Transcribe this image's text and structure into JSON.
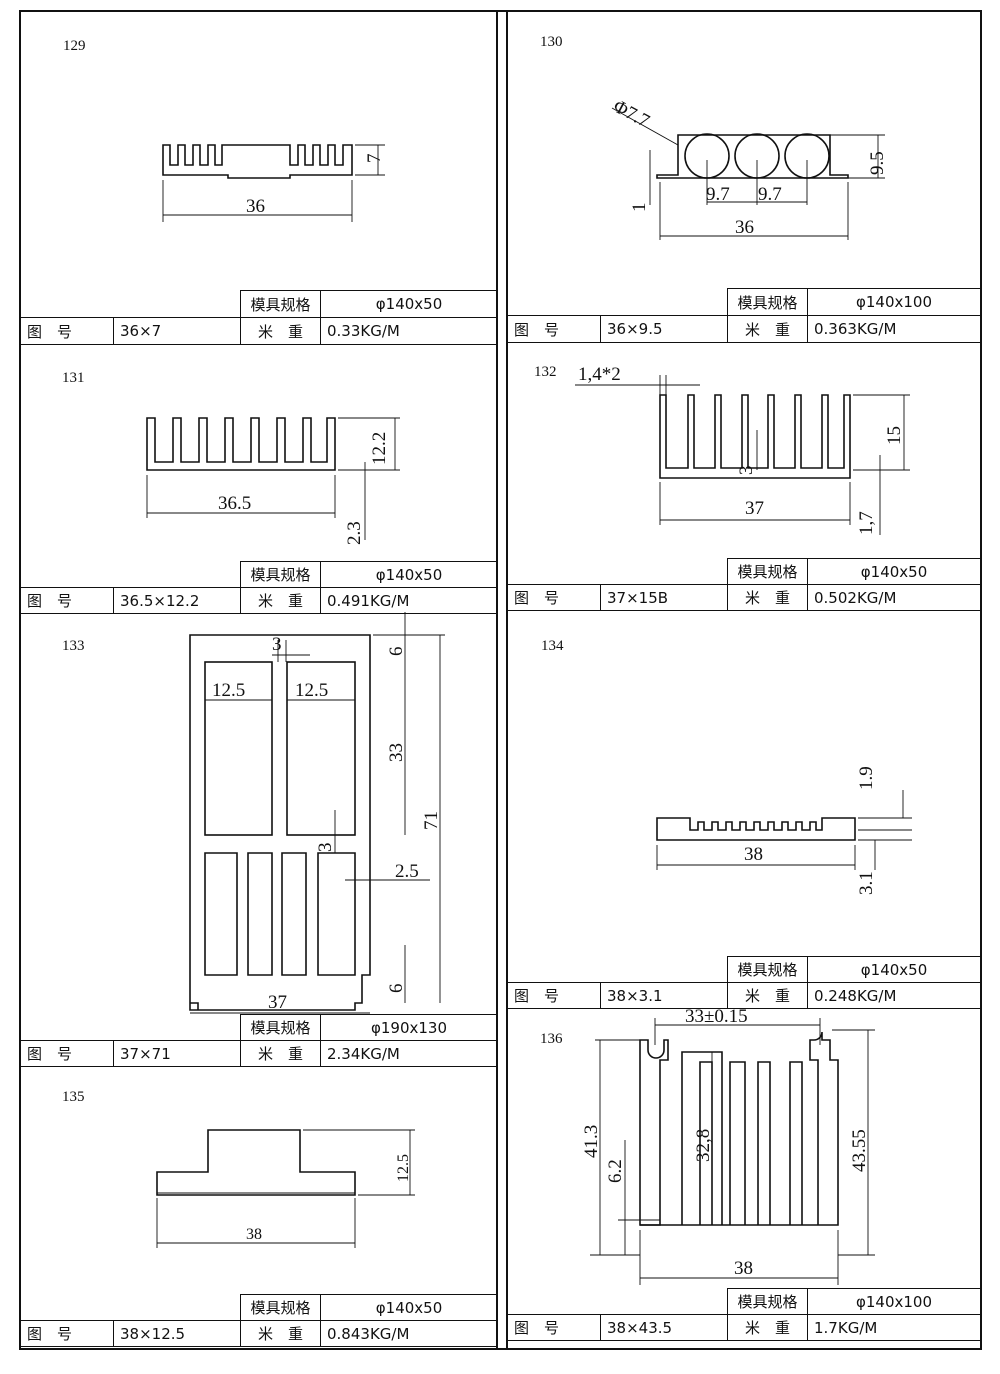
{
  "labels": {
    "mold": "模具规格",
    "figure": "图　号",
    "weight": "米　重"
  },
  "panels": [
    {
      "id": "129",
      "figure_no": "36×7",
      "mold": "φ140x50",
      "weight": "0.33KG/M",
      "dims": [
        "7",
        "36"
      ]
    },
    {
      "id": "130",
      "figure_no": "36×9.5",
      "mold": "φ140x100",
      "weight": "0.363KG/M",
      "dims": [
        "Φ7.7",
        "9.5",
        "9.7",
        "9.7",
        "36",
        "1"
      ]
    },
    {
      "id": "131",
      "figure_no": "36.5×12.2",
      "mold": "φ140x50",
      "weight": "0.491KG/M",
      "dims": [
        "12.2",
        "36.5",
        "2.3"
      ]
    },
    {
      "id": "132",
      "figure_no": "37×15B",
      "mold": "φ140x50",
      "weight": "0.502KG/M",
      "dims": [
        "1,4*2",
        "15",
        "3",
        "37",
        "1,7"
      ]
    },
    {
      "id": "133",
      "figure_no": "37×71",
      "mold": "φ190x130",
      "weight": "2.34KG/M",
      "dims": [
        "3",
        "12.5",
        "12.5",
        "6",
        "33",
        "71",
        "3",
        "2.5",
        "6",
        "37"
      ]
    },
    {
      "id": "134",
      "figure_no": "38×3.1",
      "mold": "φ140x50",
      "weight": "0.248KG/M",
      "dims": [
        "1.9",
        "38",
        "3.1"
      ]
    },
    {
      "id": "135",
      "figure_no": "38×12.5",
      "mold": "φ140x50",
      "weight": "0.843KG/M",
      "dims": [
        "12.5",
        "38"
      ]
    },
    {
      "id": "136",
      "figure_no": "38×43.5",
      "mold": "φ140x100",
      "weight": "1.7KG/M",
      "dims": [
        "33±0.15",
        "41.3",
        "6.2",
        "32,8",
        "43.55",
        "38"
      ]
    }
  ]
}
